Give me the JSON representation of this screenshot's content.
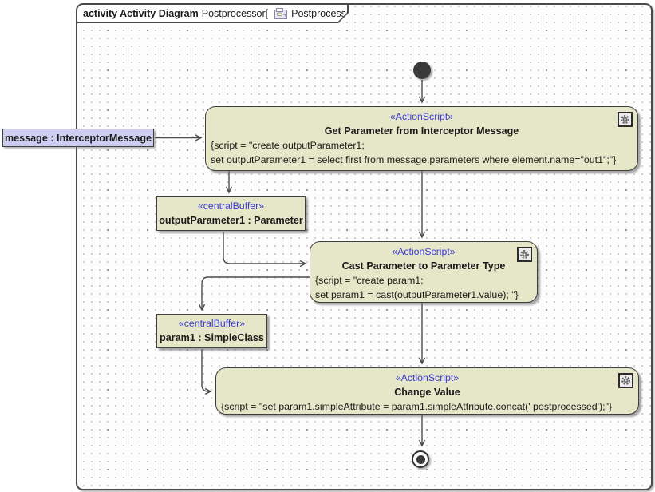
{
  "frame": {
    "kind_label": "activity Activity Diagram",
    "name_with_bracket": "Postprocessor[",
    "name_in_bracket": "Postprocessor ]"
  },
  "message_node": {
    "label": "message : InterceptorMessage"
  },
  "nodes": {
    "action1": {
      "stereotype": "«ActionScript»",
      "title": "Get Parameter from Interceptor Message",
      "script_line1": "{script = \"create outputParameter1;",
      "script_line2": "set outputParameter1 = select first from message.parameters where element.name=\"out1\";\"}"
    },
    "buffer1": {
      "stereotype": "«centralBuffer»",
      "title": "outputParameter1 : Parameter"
    },
    "action2": {
      "stereotype": "«ActionScript»",
      "title": "Cast Parameter to Parameter Type",
      "script_line1": "{script = \"create param1;",
      "script_line2": "set param1 = cast(outputParameter1.value); \"}"
    },
    "buffer2": {
      "stereotype": "«centralBuffer»",
      "title": "param1 : SimpleClass"
    },
    "action3": {
      "stereotype": "«ActionScript»",
      "title": "Change Value",
      "script_line1": "{script = \"set param1.simpleAttribute = param1.simpleAttribute.concat(' postprocessed');\"}"
    }
  },
  "colors": {
    "node_fill": "#e6e6c8",
    "node_border": "#3f3f3f",
    "stereotype_text": "#3b3bd6",
    "message_fill": "#cdcdf2",
    "edge": "#4b4b4b",
    "frame_border": "#4a4a4a"
  },
  "icons": {
    "gear": "behavior-script-icon",
    "diagram": "activity-diagram-icon"
  }
}
